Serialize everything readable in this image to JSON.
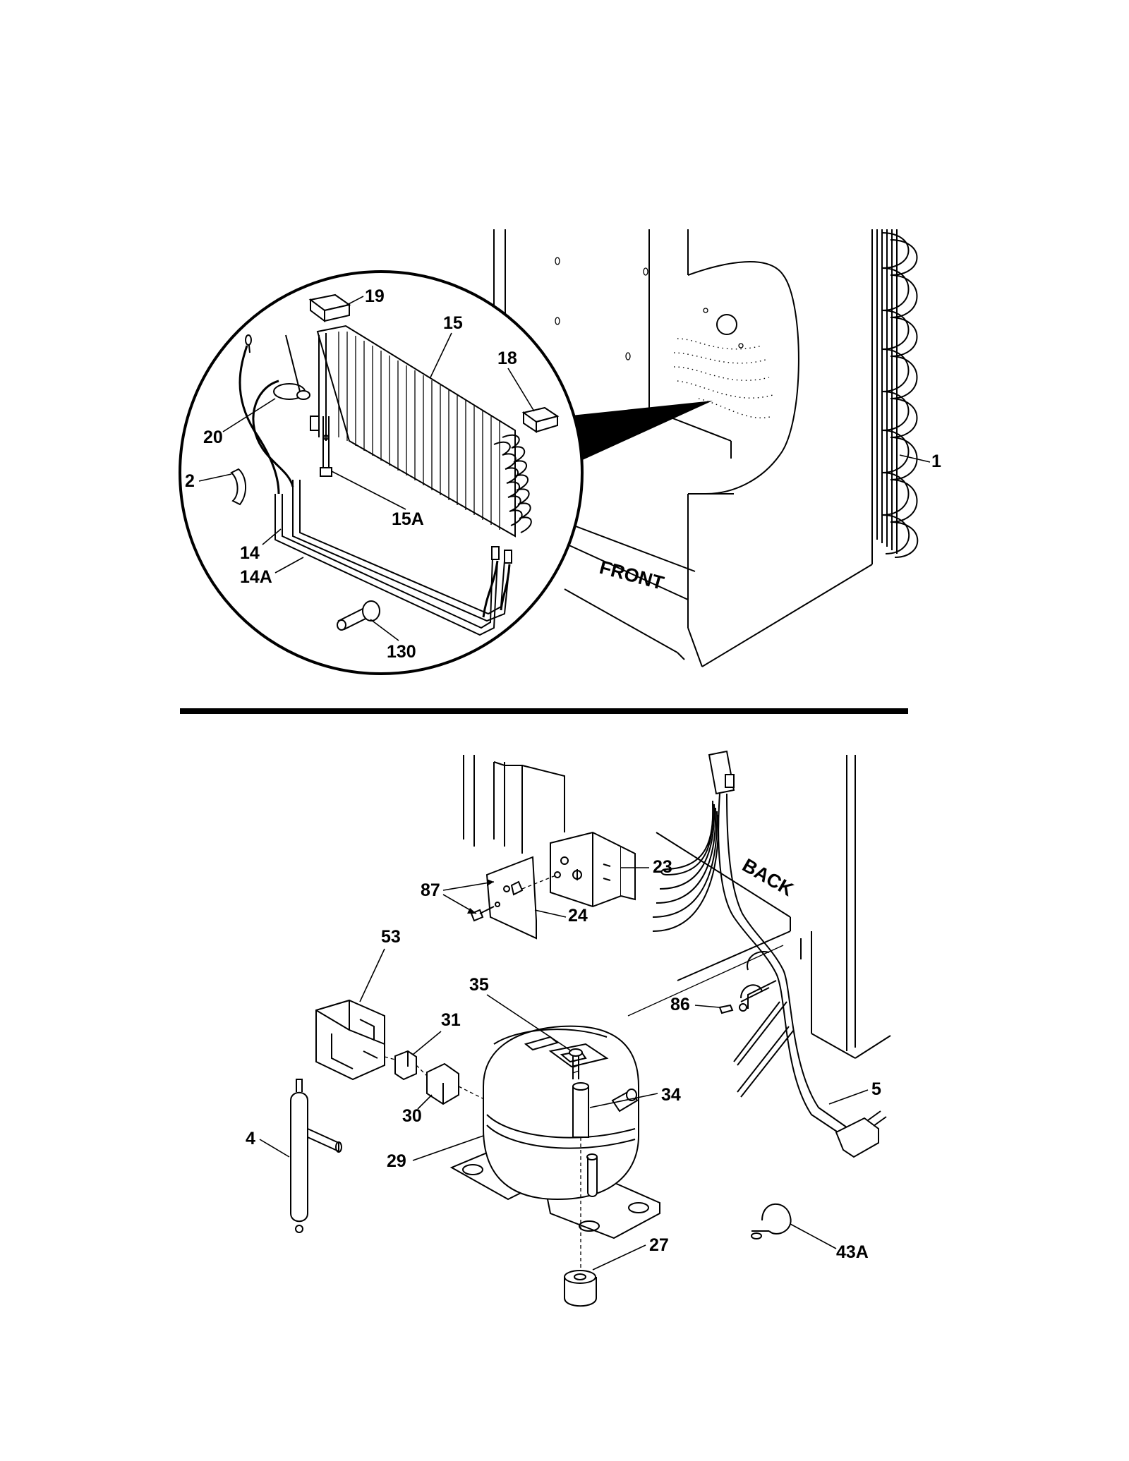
{
  "diagram": {
    "orientation_words": {
      "front": "FRONT",
      "back": "BACK"
    },
    "callouts": {
      "1": "1",
      "2": "2",
      "4": "4",
      "5": "5",
      "14": "14",
      "14A": "14A",
      "15": "15",
      "15A": "15A",
      "18": "18",
      "19": "19",
      "20": "20",
      "23": "23",
      "24": "24",
      "27": "27",
      "29": "29",
      "30": "30",
      "31": "31",
      "34": "34",
      "35": "35",
      "43A": "43A",
      "53": "53",
      "86": "86",
      "87": "87",
      "130": "130"
    }
  }
}
